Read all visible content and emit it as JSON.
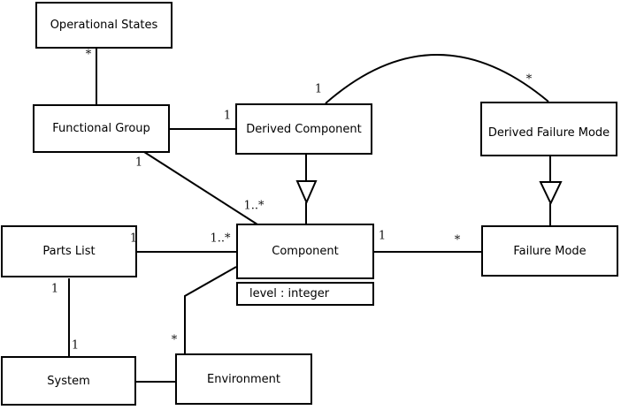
{
  "diagram": {
    "background_color": "#ffffff",
    "line_color": "#000000",
    "text_color": "#000000"
  },
  "nodes": {
    "operational_states": {
      "label": "Operational States"
    },
    "functional_group": {
      "label": "Functional Group"
    },
    "derived_component": {
      "label": "Derived Component"
    },
    "derived_failure_mode": {
      "label": "Derived Failure Mode"
    },
    "parts_list": {
      "label": "Parts List"
    },
    "component": {
      "label": "Component",
      "attribute": "level : integer"
    },
    "failure_mode": {
      "label": "Failure Mode"
    },
    "system": {
      "label": "System"
    },
    "environment": {
      "label": "Environment"
    }
  },
  "multiplicities": {
    "operational_states_end": "*",
    "derived_component_left": "1",
    "functional_group_bottom": "1",
    "component_top": "1..*",
    "arc_derived_component_end": "1",
    "arc_derived_failure_mode_end": "*",
    "parts_list_right": "1",
    "component_left": "1..*",
    "component_right": "1",
    "failure_mode_left": "*",
    "parts_list_bottom": "1",
    "system_top": "1",
    "environment_top": "*"
  }
}
